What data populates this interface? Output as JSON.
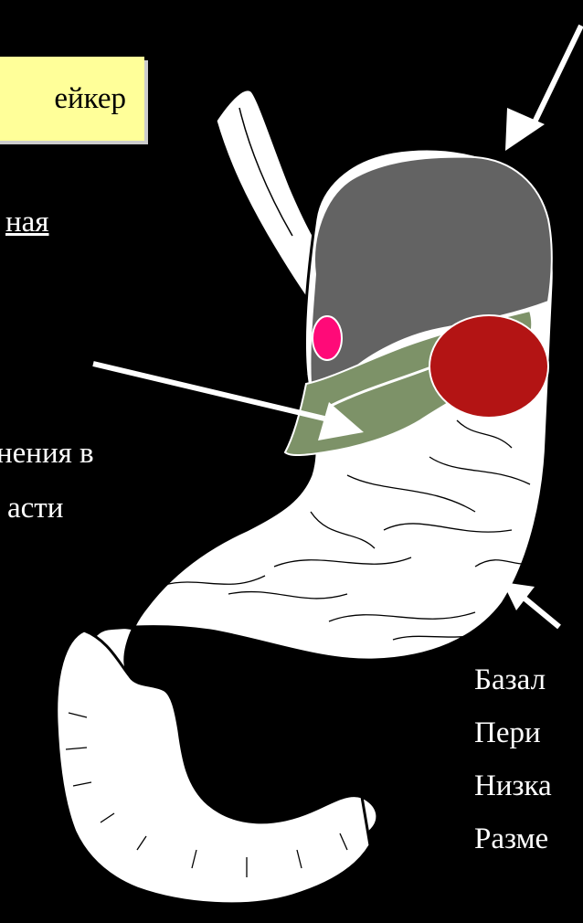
{
  "labels": {
    "pacemaker": "ейкер",
    "top_left_partial": "ная",
    "mid_left_line1": "нения в",
    "mid_left_line2": "асти",
    "bottom_right_1": "Базал",
    "bottom_right_2": "Пери",
    "bottom_right_3": "Низка",
    "bottom_right_4": "Разме"
  },
  "colors": {
    "background": "#000000",
    "organ_fill": "#ffffff",
    "organ_outline": "#000000",
    "fundus_region": "#636363",
    "pacemaker_zone": "#7d9268",
    "red_circle": "#b31414",
    "pink_dot": "#ff0a78",
    "arrow": "#ffffff",
    "label_box": "#ffff99"
  },
  "icons": {
    "arrows": [
      "arrow-top-right",
      "arrow-middle-left",
      "arrow-bottom-right"
    ]
  }
}
